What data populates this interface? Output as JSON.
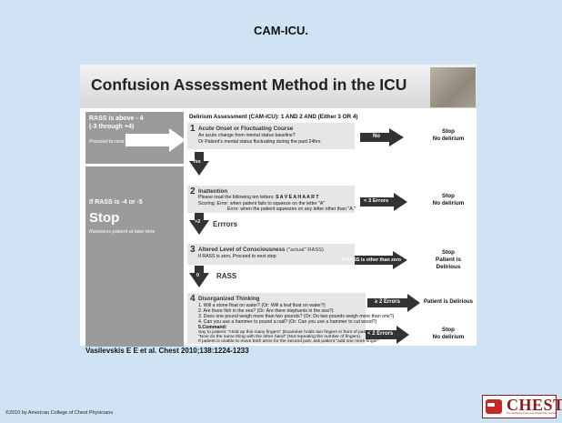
{
  "header": {
    "title": "CAM-ICU."
  },
  "slide": {
    "title": "Confusion Assessment Method in the ICU",
    "sidebar_top": {
      "line1": "RASS is above - 4",
      "line2": "(-3 through +4)",
      "note": "Proceed to next Step"
    },
    "sidebar_bottom": {
      "line1": "If RASS is -4 or -5",
      "stop": "Stop",
      "note": "Reassess patient at later time"
    },
    "assessment_header": "Delirium Assessment (CAM-ICU): 1 AND 2 AND (Either 3 OR 4)",
    "steps": [
      {
        "number": "1",
        "title": "Acute Onset or Fluctuating Course",
        "lines": [
          "An acute change from mental status baseline?",
          "Or Patient's mental status fluctuating during the past 24hrs"
        ],
        "no_label": "No",
        "result": "Stop\nNo delirium",
        "down_label": "Yes"
      },
      {
        "number": "2",
        "title": "Inattention",
        "line1_prefix": "Please read the following ten letters: ",
        "letters": "S A V E A H A A R T",
        "lines": [
          "Scoring:  Error: when patient fails to squeeze on the letter \"A\"",
          "Error: when the patient squeezes on any letter other than \"A.\""
        ],
        "arrow_label": "< 3 Errors",
        "result": "Stop\nNo delirium",
        "down_label": ">2",
        "down_text": "Errrors"
      },
      {
        "number": "3",
        "title": "Altered Level of Consciousness",
        "title_suffix": " (\"actual\" RASS)",
        "lines": [
          "If RASS is zero, Proceed to next step"
        ],
        "arrow_label": "If RASS is other than zero",
        "result": "Stop\nPatient is\nDelirious",
        "down_label": "0",
        "down_text": "RASS"
      },
      {
        "number": "4",
        "title": "Disorganized Thinking",
        "lines": [
          "1. Will a stone float on water? (Or: Will a leaf float on water?)",
          "2. Are there fish in the sea? (Or: Are there elephants in the sea?)",
          "3. Does one pound weigh more than two pounds? (Or: Do two pounds weigh more than one?)",
          "4. Can you use a hammer to pound a nail? (Or: Can you use a hammer to cut wood?)",
          "5.Command:"
        ],
        "command_lines": [
          "Say to patient: \"Hold up this many fingers\" (Examiner holds two fingers in front of patient)",
          "\"Now do the same thing with the other hand\" (Not repeating the number of fingers).",
          "If patient is unable to move both arms for the second part, ask patient \"add one more finger\""
        ],
        "arrow_upper_label": "≥ 2 Errors",
        "result_upper": "Patient is Delirious",
        "arrow_lower_label": "< 2 Errors",
        "result_lower": "Stop\nNo delirium"
      }
    ]
  },
  "citation": "Vasilevskis E E et al. Chest 2010;138:1224-1233",
  "footer": {
    "copyright": "©2010 by American College of Chest Physicians",
    "logo_text": "CHEST",
    "logo_tagline": "The Cardiopulmonary and Critical Care Journal"
  },
  "colors": {
    "background": "#cfe3f4",
    "sidebar": "#9b9b9b",
    "step_box": "#e6e6e6",
    "arrow": "#333333",
    "brand": "#8b1a1a"
  }
}
